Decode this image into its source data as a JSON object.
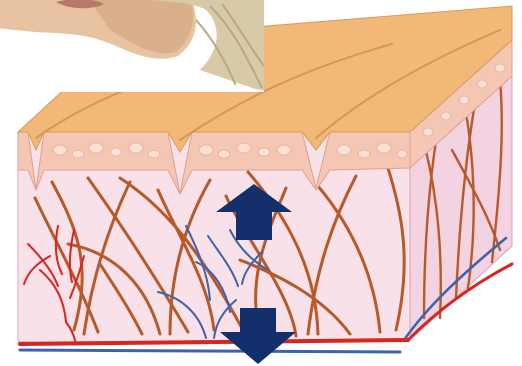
{
  "diagram": {
    "subject": "skin-cross-section-with-wrinkles",
    "regions": [
      "photo-inset",
      "skin-block"
    ],
    "indicators": [
      {
        "name": "up-arrow",
        "direction": "up",
        "color": "#14306c"
      },
      {
        "name": "down-arrow",
        "direction": "down",
        "color": "#14306c"
      }
    ]
  },
  "colors": {
    "epidermis_top": "#f1b877",
    "epidermis_edge": "#e4a466",
    "epidermis_cells": "#f4c7b5",
    "dermis": "#f8e1e8",
    "dermis_side": "#f3d3e2",
    "collagen": "#b65a29",
    "artery": "#d7251f",
    "vein": "#3e63ad",
    "arrow": "#14306c",
    "photo_skin": "#e7c3a2",
    "photo_hair": "#d8c9a7"
  }
}
